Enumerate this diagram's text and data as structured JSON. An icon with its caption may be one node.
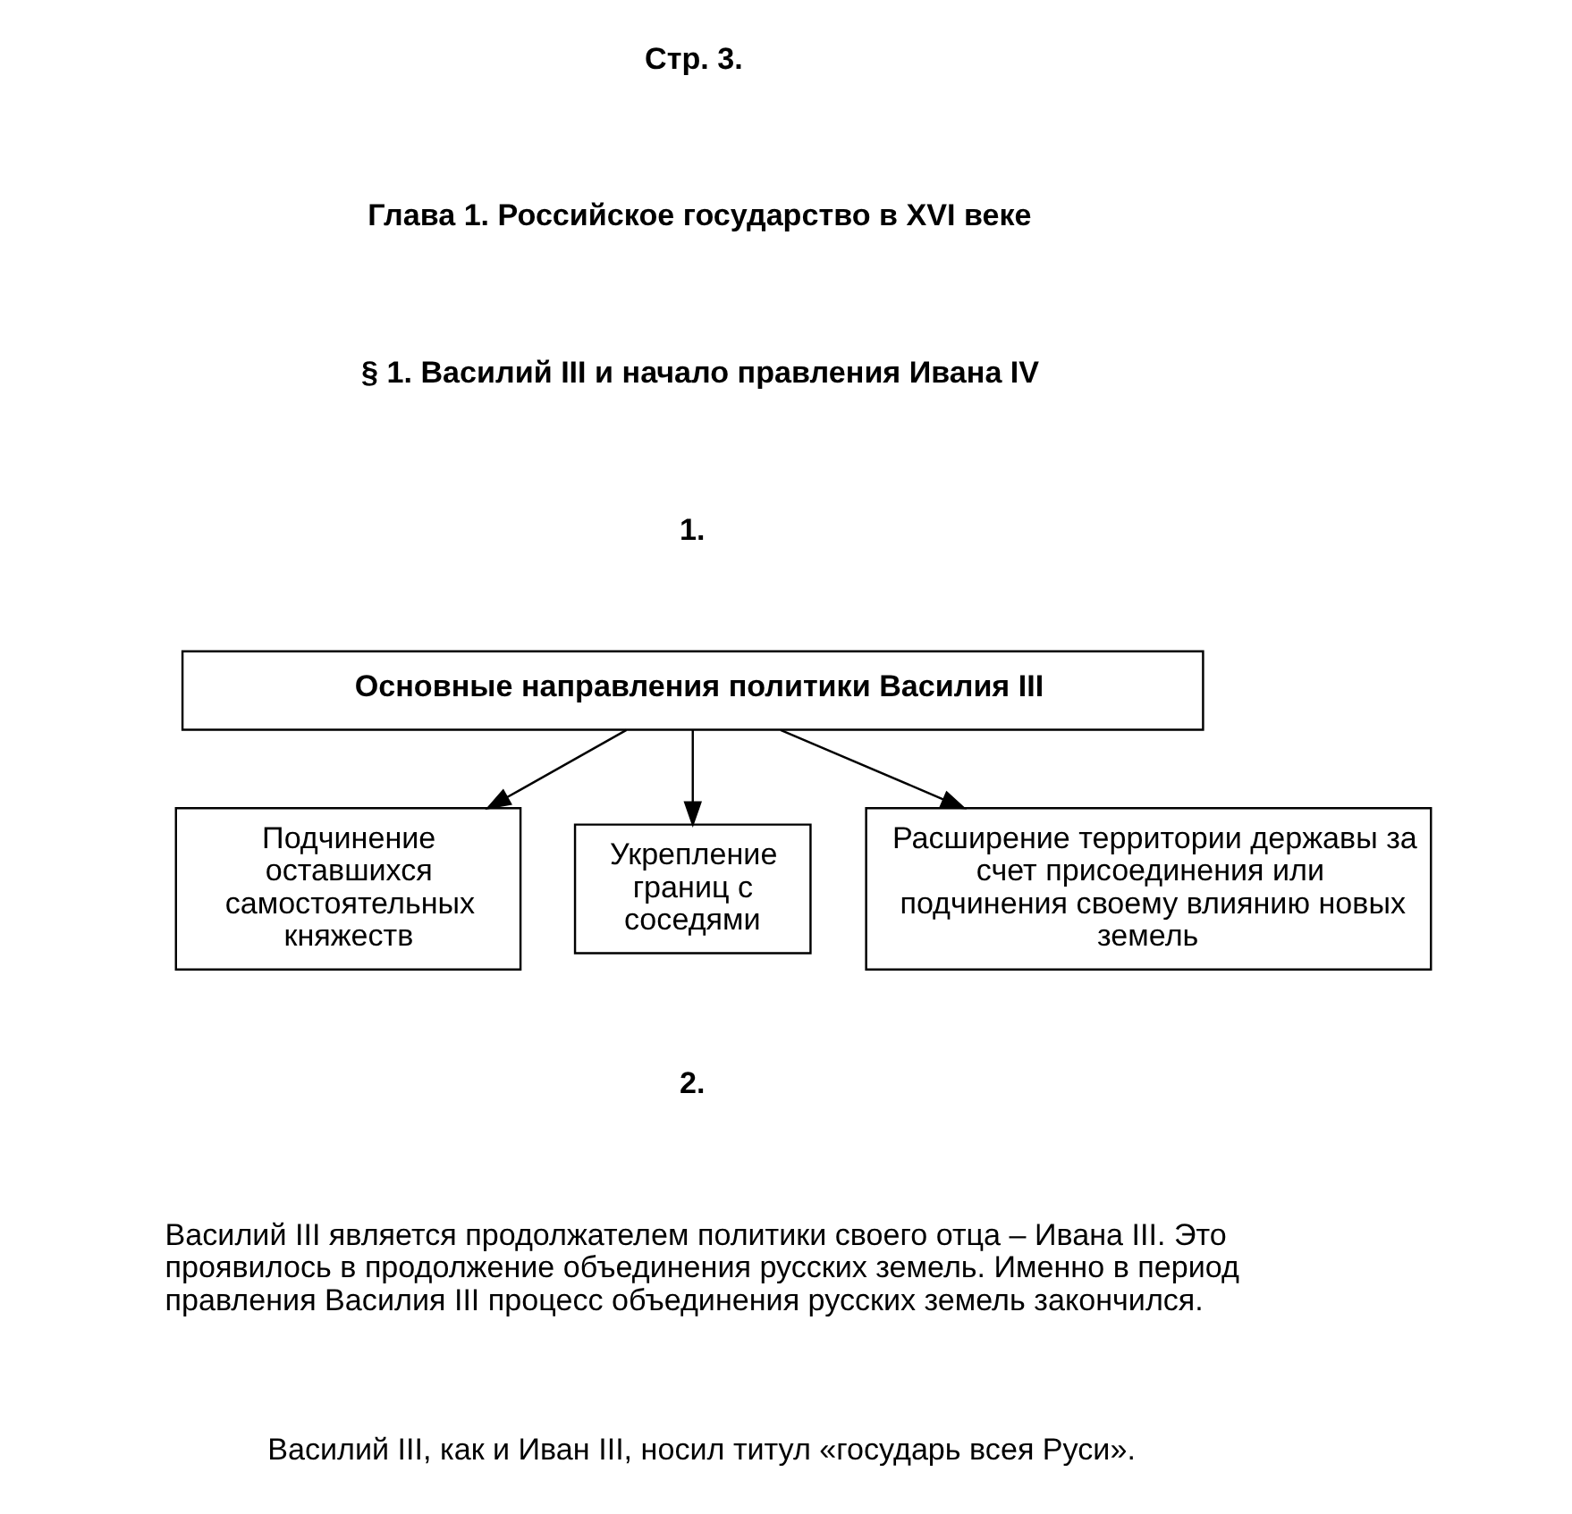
{
  "diagram": {
    "nodes": [
      {
        "text": [
          "Основные направления политики Василия III"
        ]
      },
      {
        "text": [
          "Подчинение оставшихся самостоятельных княжеств"
        ]
      },
      {
        "text": [
          "Укрепление границ с соседями"
        ]
      },
      {
        "text": [
          "Расширение территории державы за счет присоединения или подчинения своему влиянию новых земель"
        ]
      }
    ],
    "edges": [
      {
        "from": 0,
        "to": 1,
        "arrow": "to"
      },
      {
        "from": 0,
        "to": 2,
        "arrow": "to"
      },
      {
        "from": 0,
        "to": 3,
        "arrow": "to"
      }
    ],
    "labels": [
      "Стр. 3.",
      "Глава 1. Российское государство в XVI веке",
      "§ 1. Василий III и начало правления Ивана IV",
      "1.",
      "2.",
      "Василий III является продолжателем политики своего отца – Ивана III. Это проявилось в продолжение объединения русских земель. Именно в период правления Василия III процесс объединения русских земель закончился.",
      "Василий III, как и Иван III, носил титул «государь всея Руси»."
    ]
  }
}
